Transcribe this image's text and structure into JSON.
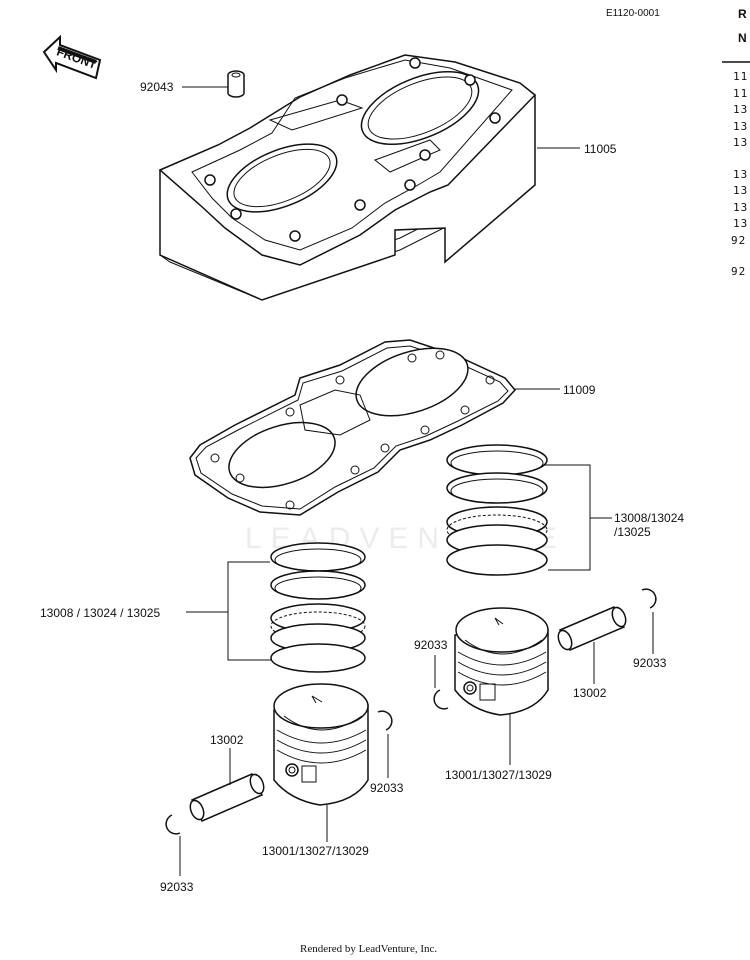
{
  "diagram_code": "E1120-0001",
  "watermark": "LEADVENTURE",
  "footer": "Rendered by LeadVenture, Inc.",
  "front_label": "FRONT",
  "header_fragments": [
    "R",
    "N"
  ],
  "right_column_refs": [
    "11",
    "11",
    "13",
    "13",
    "13",
    "13",
    "13",
    "13",
    "13",
    "92",
    "92"
  ],
  "callouts": {
    "cylinder": "11005",
    "dowel": "92043",
    "gasket": "11009",
    "rings_right_a": "13008/13024",
    "rings_right_b": "/13025",
    "rings_left": "13008 / 13024 / 13025",
    "piston_right": "13001/13027/13029",
    "piston_left": "13001/13027/13029",
    "pin_right": "13002",
    "pin_left": "13002",
    "clip_right_outer": "92033",
    "clip_right_inner": "92033",
    "clip_left_inner": "92033",
    "clip_left_outer": "92033"
  }
}
